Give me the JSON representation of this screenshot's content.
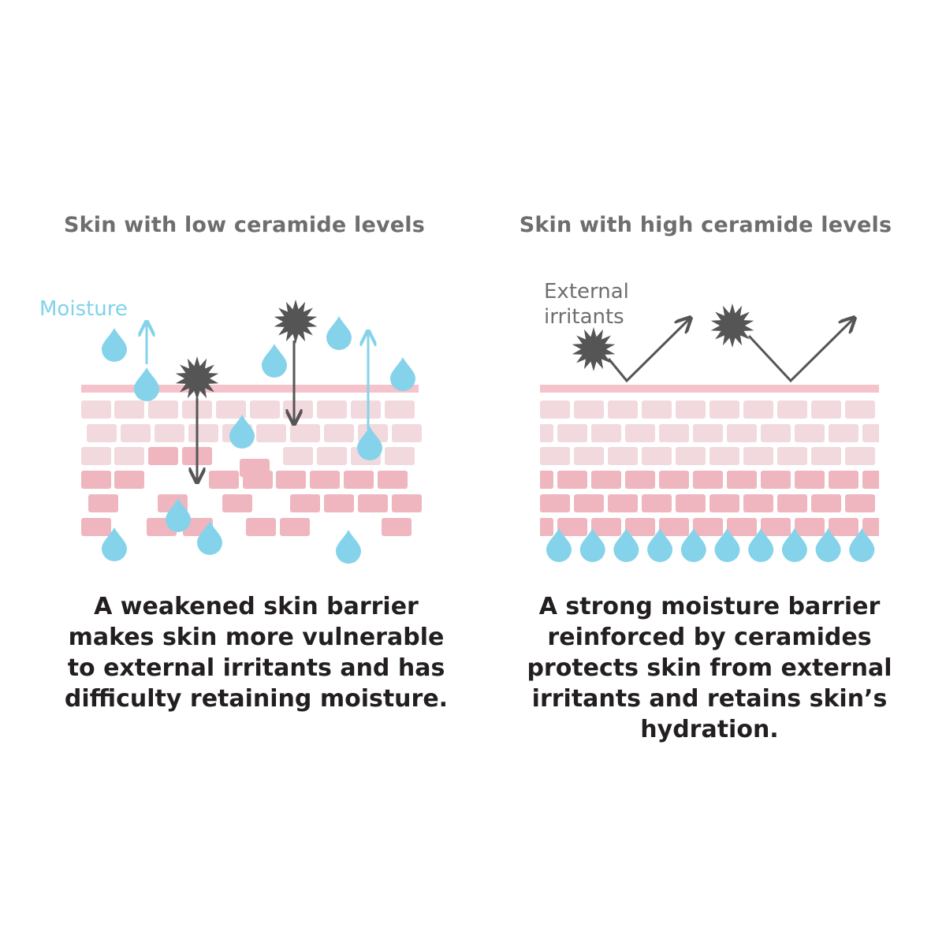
{
  "panels": {
    "left": {
      "title": "Skin with low ceramide levels",
      "label": "Moisture",
      "caption": "A weakened skin barrier makes skin more vulnerable to external irritants and has difficulty retaining moisture."
    },
    "right": {
      "title": "Skin with high ceramide levels",
      "label": "External\nirritants",
      "caption": "A strong moisture barrier reinforced by ceramides protects skin from external irritants and retains skin’s hydration."
    }
  },
  "colors": {
    "moisture": "#85d3ea",
    "irritant": "#555555",
    "arrow": "#555555",
    "membrane": "#f5c3cb",
    "brick_light": "#f2d9dd",
    "brick_dark": "#efb6bf",
    "title_text": "#6d6e70",
    "caption_text": "#231f20"
  }
}
